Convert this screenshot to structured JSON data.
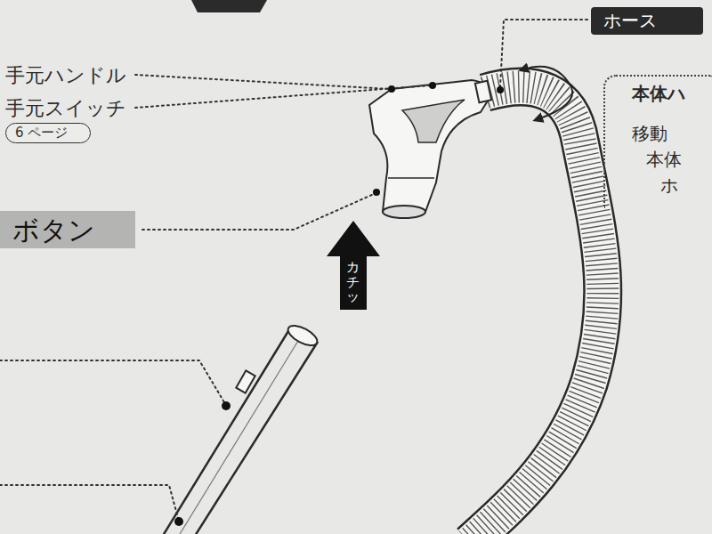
{
  "diagram": {
    "nodes": [
      {
        "text": [
          "6 ページ"
        ]
      },
      {
        "text": [
          "ボタン"
        ]
      },
      {
        "text": [
          "カチッ"
        ]
      },
      {
        "text": [
          "ホース"
        ]
      },
      {
        "text": [
          "本体ハ",
          "移動",
          "本体",
          "ホ"
        ]
      }
    ],
    "labels": [
      "手元ハンドル",
      "手元スイッチ"
    ]
  }
}
